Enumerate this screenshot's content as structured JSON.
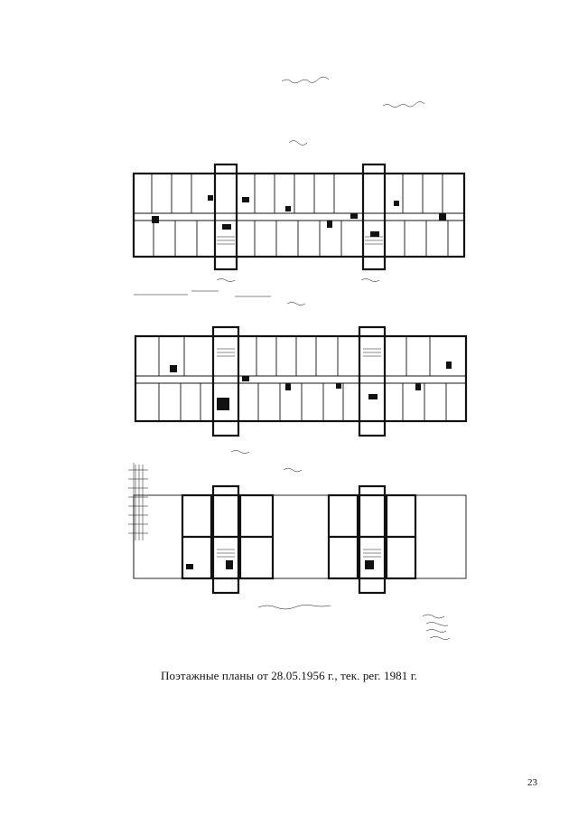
{
  "document": {
    "caption": "Поэтажные планы от 28.05.1956 г., тек. рег. 1981 г.",
    "page_number": "23"
  },
  "figure": {
    "plans": [
      "floor-plan-upper",
      "floor-plan-middle",
      "floor-plan-basement"
    ]
  }
}
